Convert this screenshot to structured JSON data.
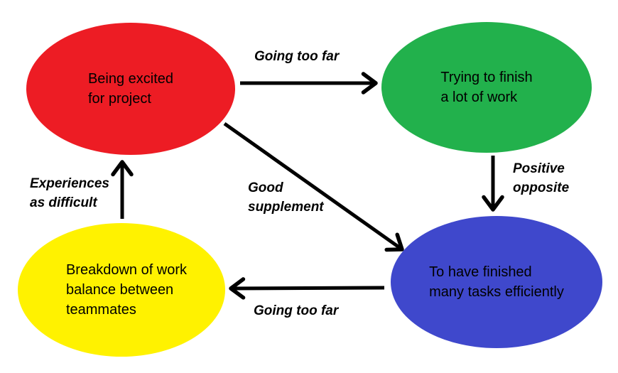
{
  "diagram": {
    "background_color": "#ffffff",
    "arrow_color": "#000000",
    "text_color": "#000000",
    "nodes": [
      {
        "id": "being-excited",
        "color": "#ED1C24",
        "label_lines": [
          "Being excited",
          "for project"
        ]
      },
      {
        "id": "trying-to-finish",
        "color": "#22B14C",
        "label_lines": [
          "Trying to finish",
          "a lot of work"
        ]
      },
      {
        "id": "finished-tasks",
        "color": "#3F48CC",
        "label_lines": [
          "To have finished",
          "many tasks efficiently"
        ]
      },
      {
        "id": "work-breakdown",
        "color": "#FFF200",
        "label_lines": [
          "Breakdown of work",
          "balance between",
          "teammates"
        ]
      }
    ],
    "edges": [
      {
        "from": "being-excited",
        "to": "trying-to-finish",
        "label_lines": [
          "Going too far"
        ]
      },
      {
        "from": "trying-to-finish",
        "to": "finished-tasks",
        "label_lines": [
          "Positive",
          "opposite"
        ]
      },
      {
        "from": "being-excited",
        "to": "finished-tasks",
        "label_lines": [
          "Good",
          "supplement"
        ]
      },
      {
        "from": "finished-tasks",
        "to": "work-breakdown",
        "label_lines": [
          "Going too far"
        ]
      },
      {
        "from": "work-breakdown",
        "to": "being-excited",
        "label_lines": [
          "Experiences",
          "as difficult"
        ]
      }
    ]
  }
}
